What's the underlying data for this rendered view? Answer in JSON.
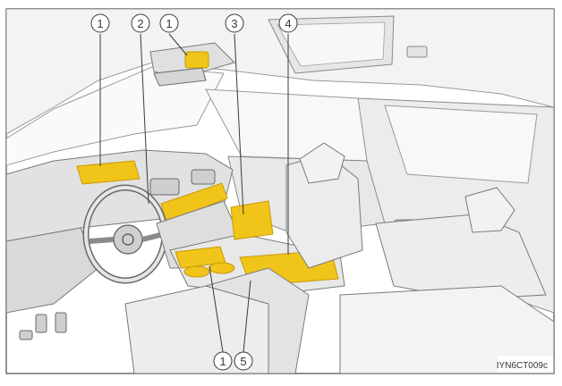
{
  "figure": {
    "code": "IYN6CT009c",
    "colors": {
      "frame": "#4a4a4a",
      "line": "#8a8a8a",
      "fill_light": "#efefef",
      "fill_mid": "#dedede",
      "fill_dark": "#c9c9c9",
      "highlight": "#f0c419",
      "highlight_dark": "#c99a0a",
      "callout": "#3a3a3a"
    },
    "callouts": [
      {
        "label": "1"
      },
      {
        "label": "2"
      },
      {
        "label": "1"
      },
      {
        "label": "3"
      },
      {
        "label": "4"
      },
      {
        "label": "1"
      },
      {
        "label": "5"
      }
    ]
  }
}
